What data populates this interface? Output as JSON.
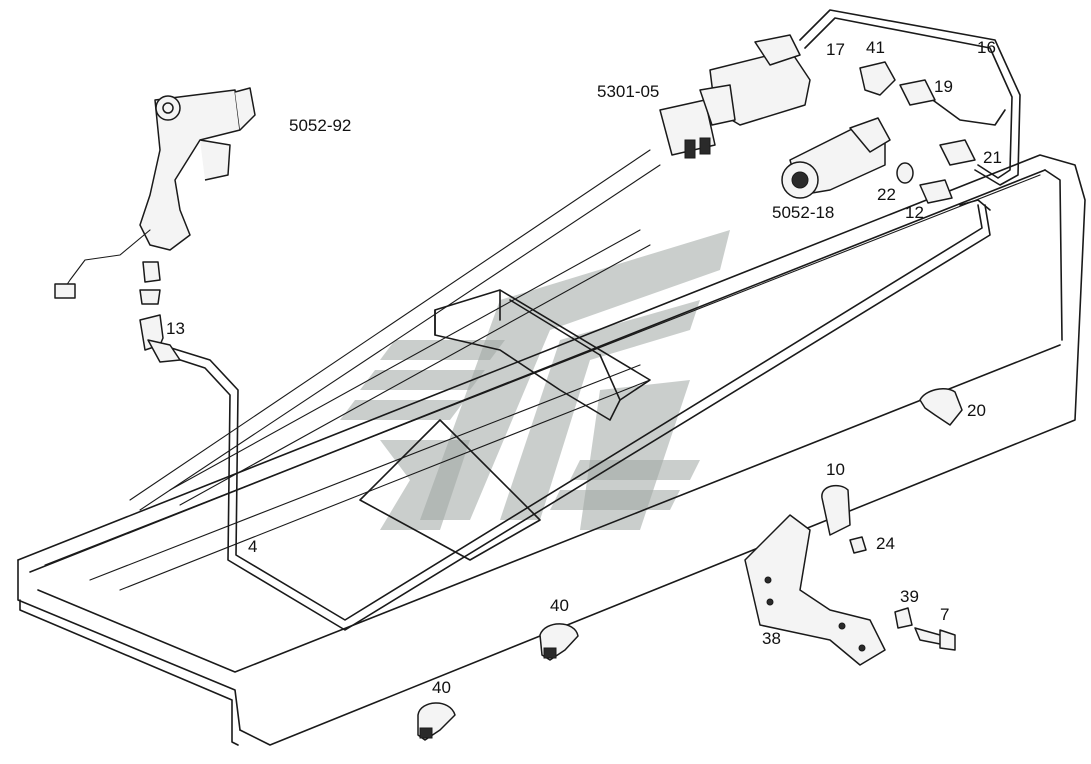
{
  "labels": {
    "p5052_92": "5052-92",
    "p5301_05": "5301-05",
    "p5052_18": "5052-18",
    "n17": "17",
    "n41": "41",
    "n16": "16",
    "n19": "19",
    "n21": "21",
    "n22": "22",
    "n12": "12",
    "n13": "13",
    "n4": "4",
    "n20": "20",
    "n10": "10",
    "n24": "24",
    "n39": "39",
    "n7": "7",
    "n38": "38",
    "n40a": "40",
    "n40b": "40"
  }
}
